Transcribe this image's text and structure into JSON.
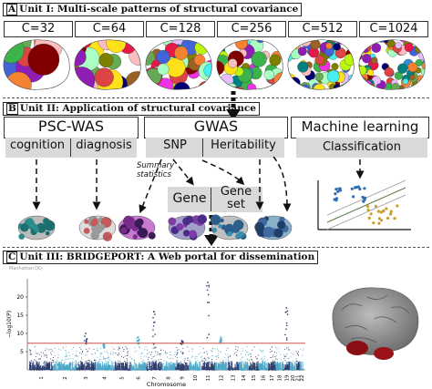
{
  "unit1": {
    "box": "A",
    "title": "Unit I: Multi-scale patterns of structural covariance"
  },
  "scales": [
    "C=32",
    "C=64",
    "C=128",
    "C=256",
    "C=512",
    "C=1024"
  ],
  "unit2": {
    "box": "B",
    "title": "Unit II: Application of structural covariance"
  },
  "pscwas": {
    "title": "PSC-WAS",
    "left": "cognition",
    "right": "diagnosis"
  },
  "gwas": {
    "title": "GWAS",
    "snp": "SNP",
    "heritability": "Heritability",
    "summary": "Summary statistics",
    "gene": "Gene",
    "geneset": "Gene set"
  },
  "ml": {
    "title": "Machine learning",
    "sub": "Classification"
  },
  "unit3": {
    "box": "C",
    "title": "Unit III: BRIDGEPORT: A Web portal for dissemination"
  },
  "manhattan": {
    "ylabel": "−log10(P)",
    "xlabel": "Chromosome",
    "yticks": [
      "5",
      "10",
      "15",
      "20"
    ],
    "chromosomes": [
      "1",
      "2",
      "3",
      "4",
      "5",
      "6",
      "7",
      "8",
      "9",
      "10",
      "11",
      "12",
      "13",
      "14",
      "15",
      "16",
      "17",
      "18",
      "19",
      "20",
      "21",
      "22"
    ],
    "tabs": [
      "Manhattan",
      "QQ"
    ],
    "colors": {
      "odd": "#2c3e6e",
      "even": "#4aa8c8",
      "threshold": "#c0392b"
    }
  }
}
